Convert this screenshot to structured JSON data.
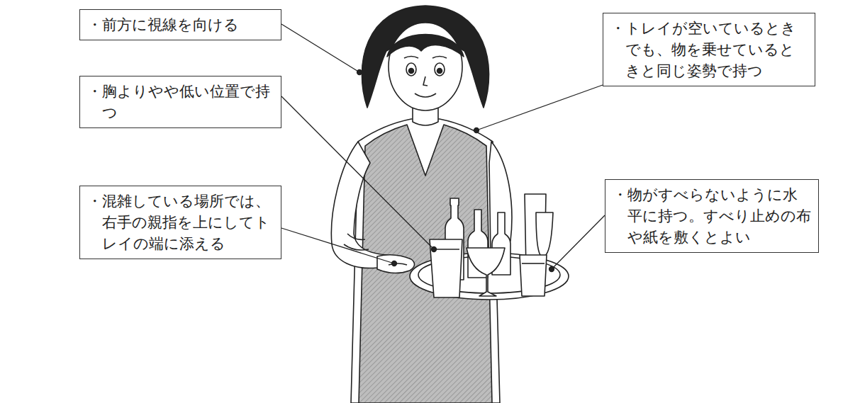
{
  "diagram": {
    "nodes": [
      {
        "text": [
          "・前方に視線を向ける"
        ]
      },
      {
        "text": [
          "・トレイが空いているときでも、物を乗せているときと同じ姿勢で持つ"
        ]
      },
      {
        "text": [
          "・胸よりやや低い位置で持つ"
        ]
      },
      {
        "text": [
          "・混雑している場所では、右手の親指を上にしてトレイの端に添える"
        ]
      },
      {
        "text": [
          "・物がすべらないように水平に持つ。すべり止めの布や紙を敷くとよい"
        ]
      }
    ]
  }
}
